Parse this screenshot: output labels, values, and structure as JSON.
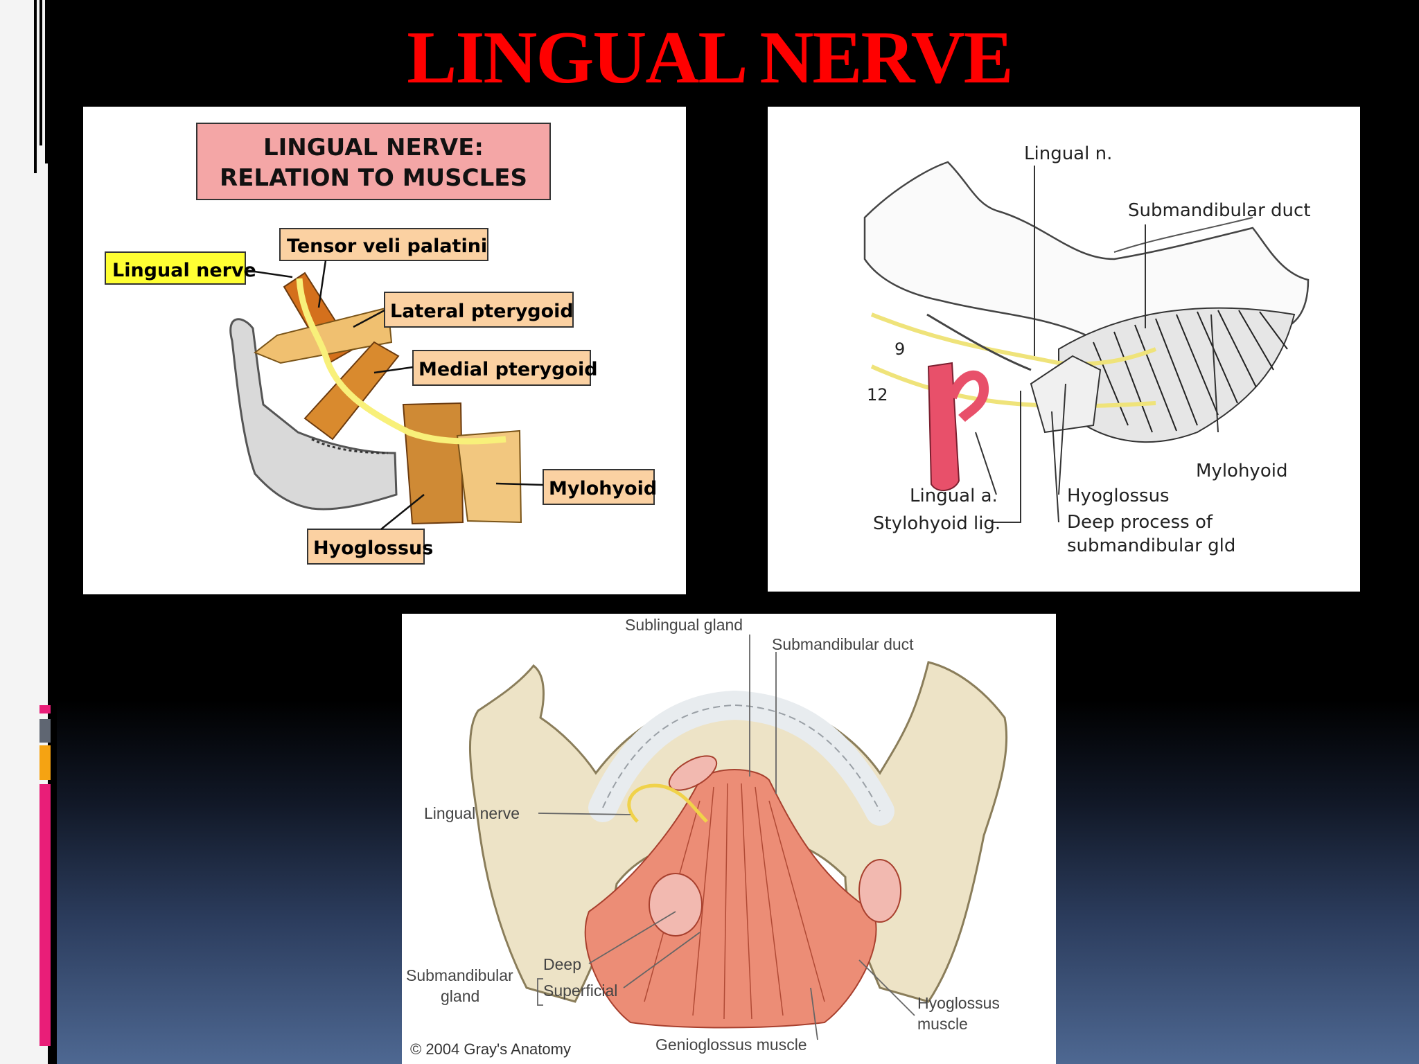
{
  "slide": {
    "title": "LINGUAL NERVE",
    "colors": {
      "title": "#ff0000",
      "accent_pink": "#e91e78",
      "accent_gray": "#5f6672",
      "accent_orange": "#f5a312"
    }
  },
  "diagram1": {
    "heading_line1": "LINGUAL NERVE:",
    "heading_line2": "RELATION TO MUSCLES",
    "labels": {
      "lingual_nerve": "Lingual nerve",
      "tensor": "Tensor veli palatini",
      "lateral": "Lateral pterygoid",
      "medial": "Medial pterygoid",
      "mylohyoid": "Mylohyoid",
      "hyoglossus": "Hyoglossus"
    }
  },
  "diagram2": {
    "labels": {
      "lingual_n": "Lingual n.",
      "submandibular_duct": "Submandibular duct",
      "nine": "9",
      "twelve": "12",
      "mylohyoid": "Mylohyoid",
      "lingual_a": "Lingual a.",
      "stylohyoid": "Stylohyoid lig.",
      "hyoglossus": "Hyoglossus",
      "deep_process_1": "Deep process of",
      "deep_process_2": "submandibular gld"
    }
  },
  "diagram3": {
    "labels": {
      "sublingual_gland": "Sublingual gland",
      "submandibular_duct": "Submandibular duct",
      "lingual_nerve": "Lingual nerve",
      "submandibular_1": "Submandibular",
      "submandibular_2": "gland",
      "deep": "Deep",
      "superficial": "Superficial",
      "hyoglossus_1": "Hyoglossus",
      "hyoglossus_2": "muscle",
      "genioglossus": "Genioglossus muscle",
      "copyright": "© 2004 Gray's Anatomy"
    }
  }
}
